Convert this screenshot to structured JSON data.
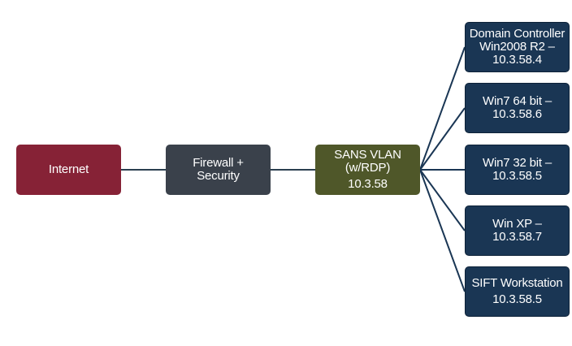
{
  "diagram": {
    "nodes": {
      "internet": {
        "label": "Internet"
      },
      "firewall": {
        "line1": "Firewall +",
        "line2": "Security"
      },
      "vlan": {
        "line1": "SANS VLAN",
        "line2": "(w/RDP)",
        "line3": "10.3.58"
      },
      "hosts": [
        {
          "line1": "Domain Controller",
          "line2": "Win2008 R2 –",
          "line3": "10.3.58.4"
        },
        {
          "line1": "Win7 64 bit –",
          "line2": "10.3.58.6"
        },
        {
          "line1": "Win7 32 bit –",
          "line2": "10.3.58.5"
        },
        {
          "line1": "Win XP –",
          "line2": "10.3.58.7"
        },
        {
          "line1": "SIFT Workstation",
          "line2": "10.3.58.5"
        }
      ]
    },
    "colors": {
      "internet": "#862236",
      "firewall": "#3a414b",
      "vlan": "#4f5729",
      "host": "#1a3654",
      "connector": "#2b3f50"
    }
  }
}
